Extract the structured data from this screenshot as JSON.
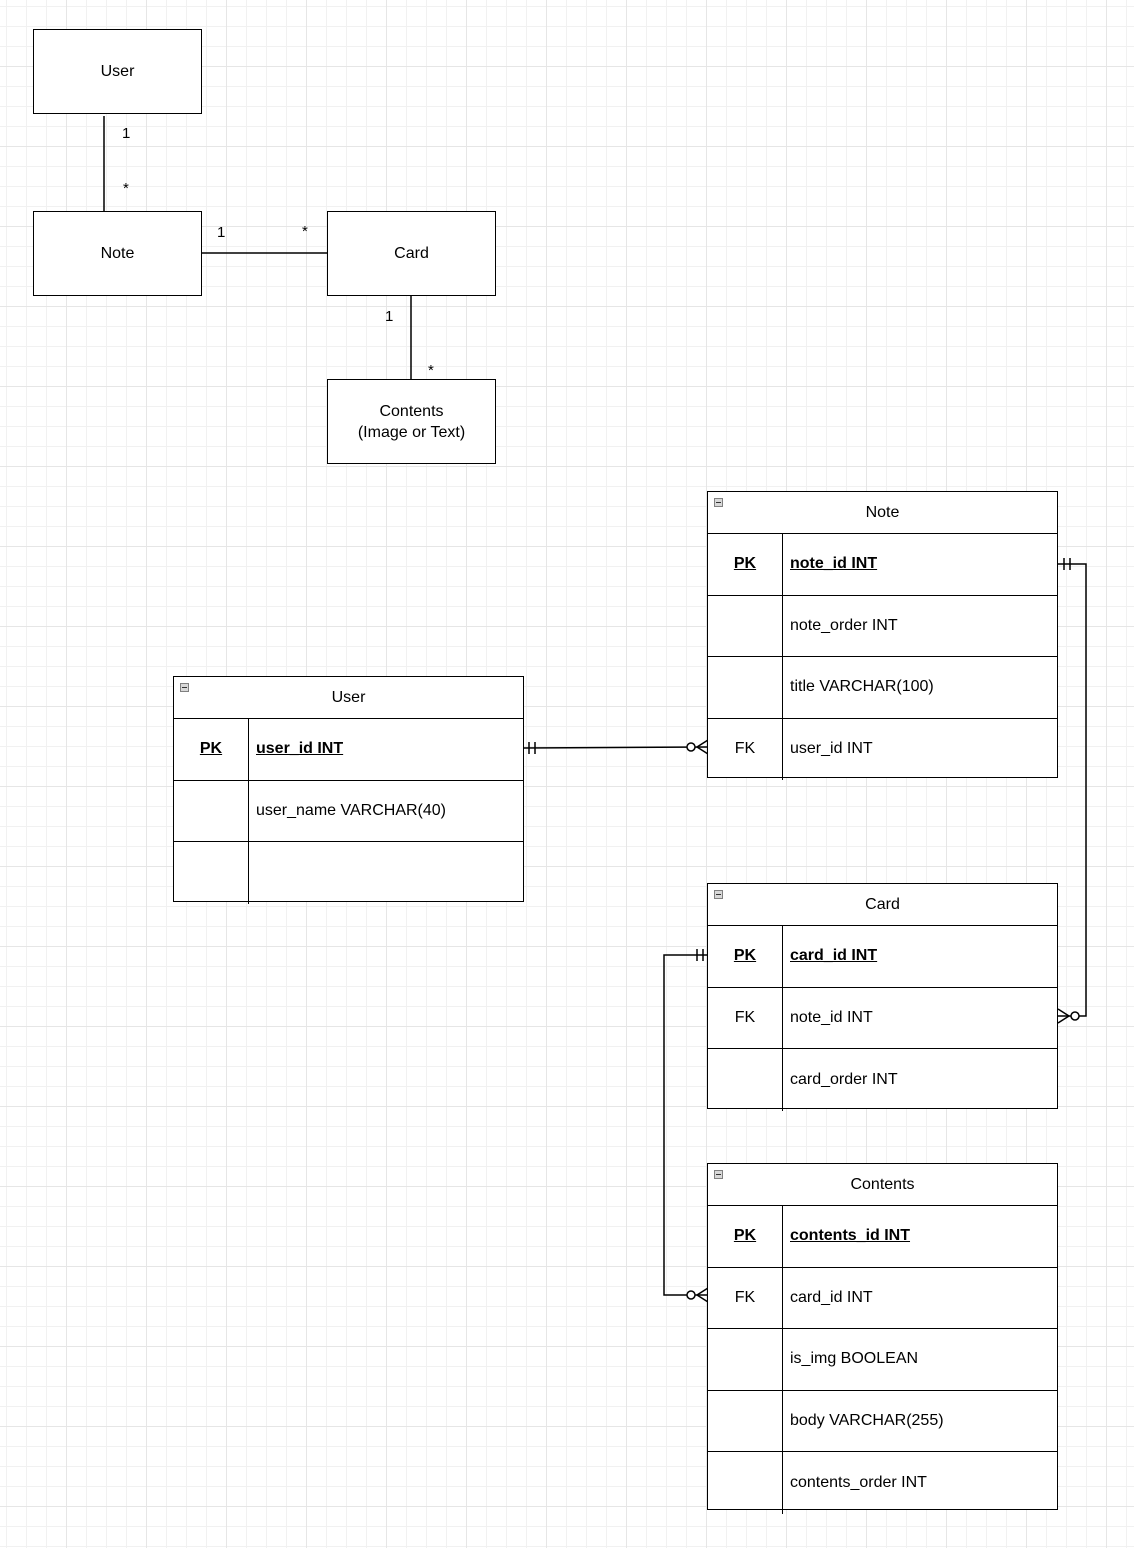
{
  "conceptual": {
    "entities": {
      "user": "User",
      "note": "Note",
      "card": "Card",
      "contents_line1": "Contents",
      "contents_line2": "(Image or Text)"
    },
    "multiplicities": {
      "user_note_one": "1",
      "user_note_many": "*",
      "note_card_one": "1",
      "note_card_many": "*",
      "card_contents_one": "1",
      "card_contents_many": "*"
    }
  },
  "erd": {
    "user": {
      "title": "User",
      "rows": [
        {
          "key": "PK",
          "field": "user_id INT"
        },
        {
          "key": "",
          "field": "user_name VARCHAR(40)"
        },
        {
          "key": "",
          "field": ""
        }
      ]
    },
    "note": {
      "title": "Note",
      "rows": [
        {
          "key": "PK",
          "field": "note_id INT"
        },
        {
          "key": "",
          "field": "note_order INT"
        },
        {
          "key": "",
          "field": "title VARCHAR(100)"
        },
        {
          "key": "FK",
          "field": "user_id INT"
        }
      ]
    },
    "card": {
      "title": "Card",
      "rows": [
        {
          "key": "PK",
          "field": "card_id INT"
        },
        {
          "key": "FK",
          "field": "note_id INT"
        },
        {
          "key": "",
          "field": "card_order INT"
        }
      ]
    },
    "contents": {
      "title": "Contents",
      "rows": [
        {
          "key": "PK",
          "field": "contents_id INT"
        },
        {
          "key": "FK",
          "field": "card_id INT"
        },
        {
          "key": "",
          "field": "is_img BOOLEAN"
        },
        {
          "key": "",
          "field": "body VARCHAR(255)"
        },
        {
          "key": "",
          "field": "contents_order INT"
        }
      ]
    },
    "relationships": [
      {
        "from": "User.user_id",
        "to": "Note.user_id",
        "from_end": "one-mandatory",
        "to_end": "zero-or-many"
      },
      {
        "from": "Note.note_id",
        "to": "Card.note_id",
        "from_end": "one-mandatory",
        "to_end": "zero-or-many"
      },
      {
        "from": "Card.card_id",
        "to": "Contents.card_id",
        "from_end": "one-mandatory",
        "to_end": "zero-or-many"
      }
    ]
  }
}
